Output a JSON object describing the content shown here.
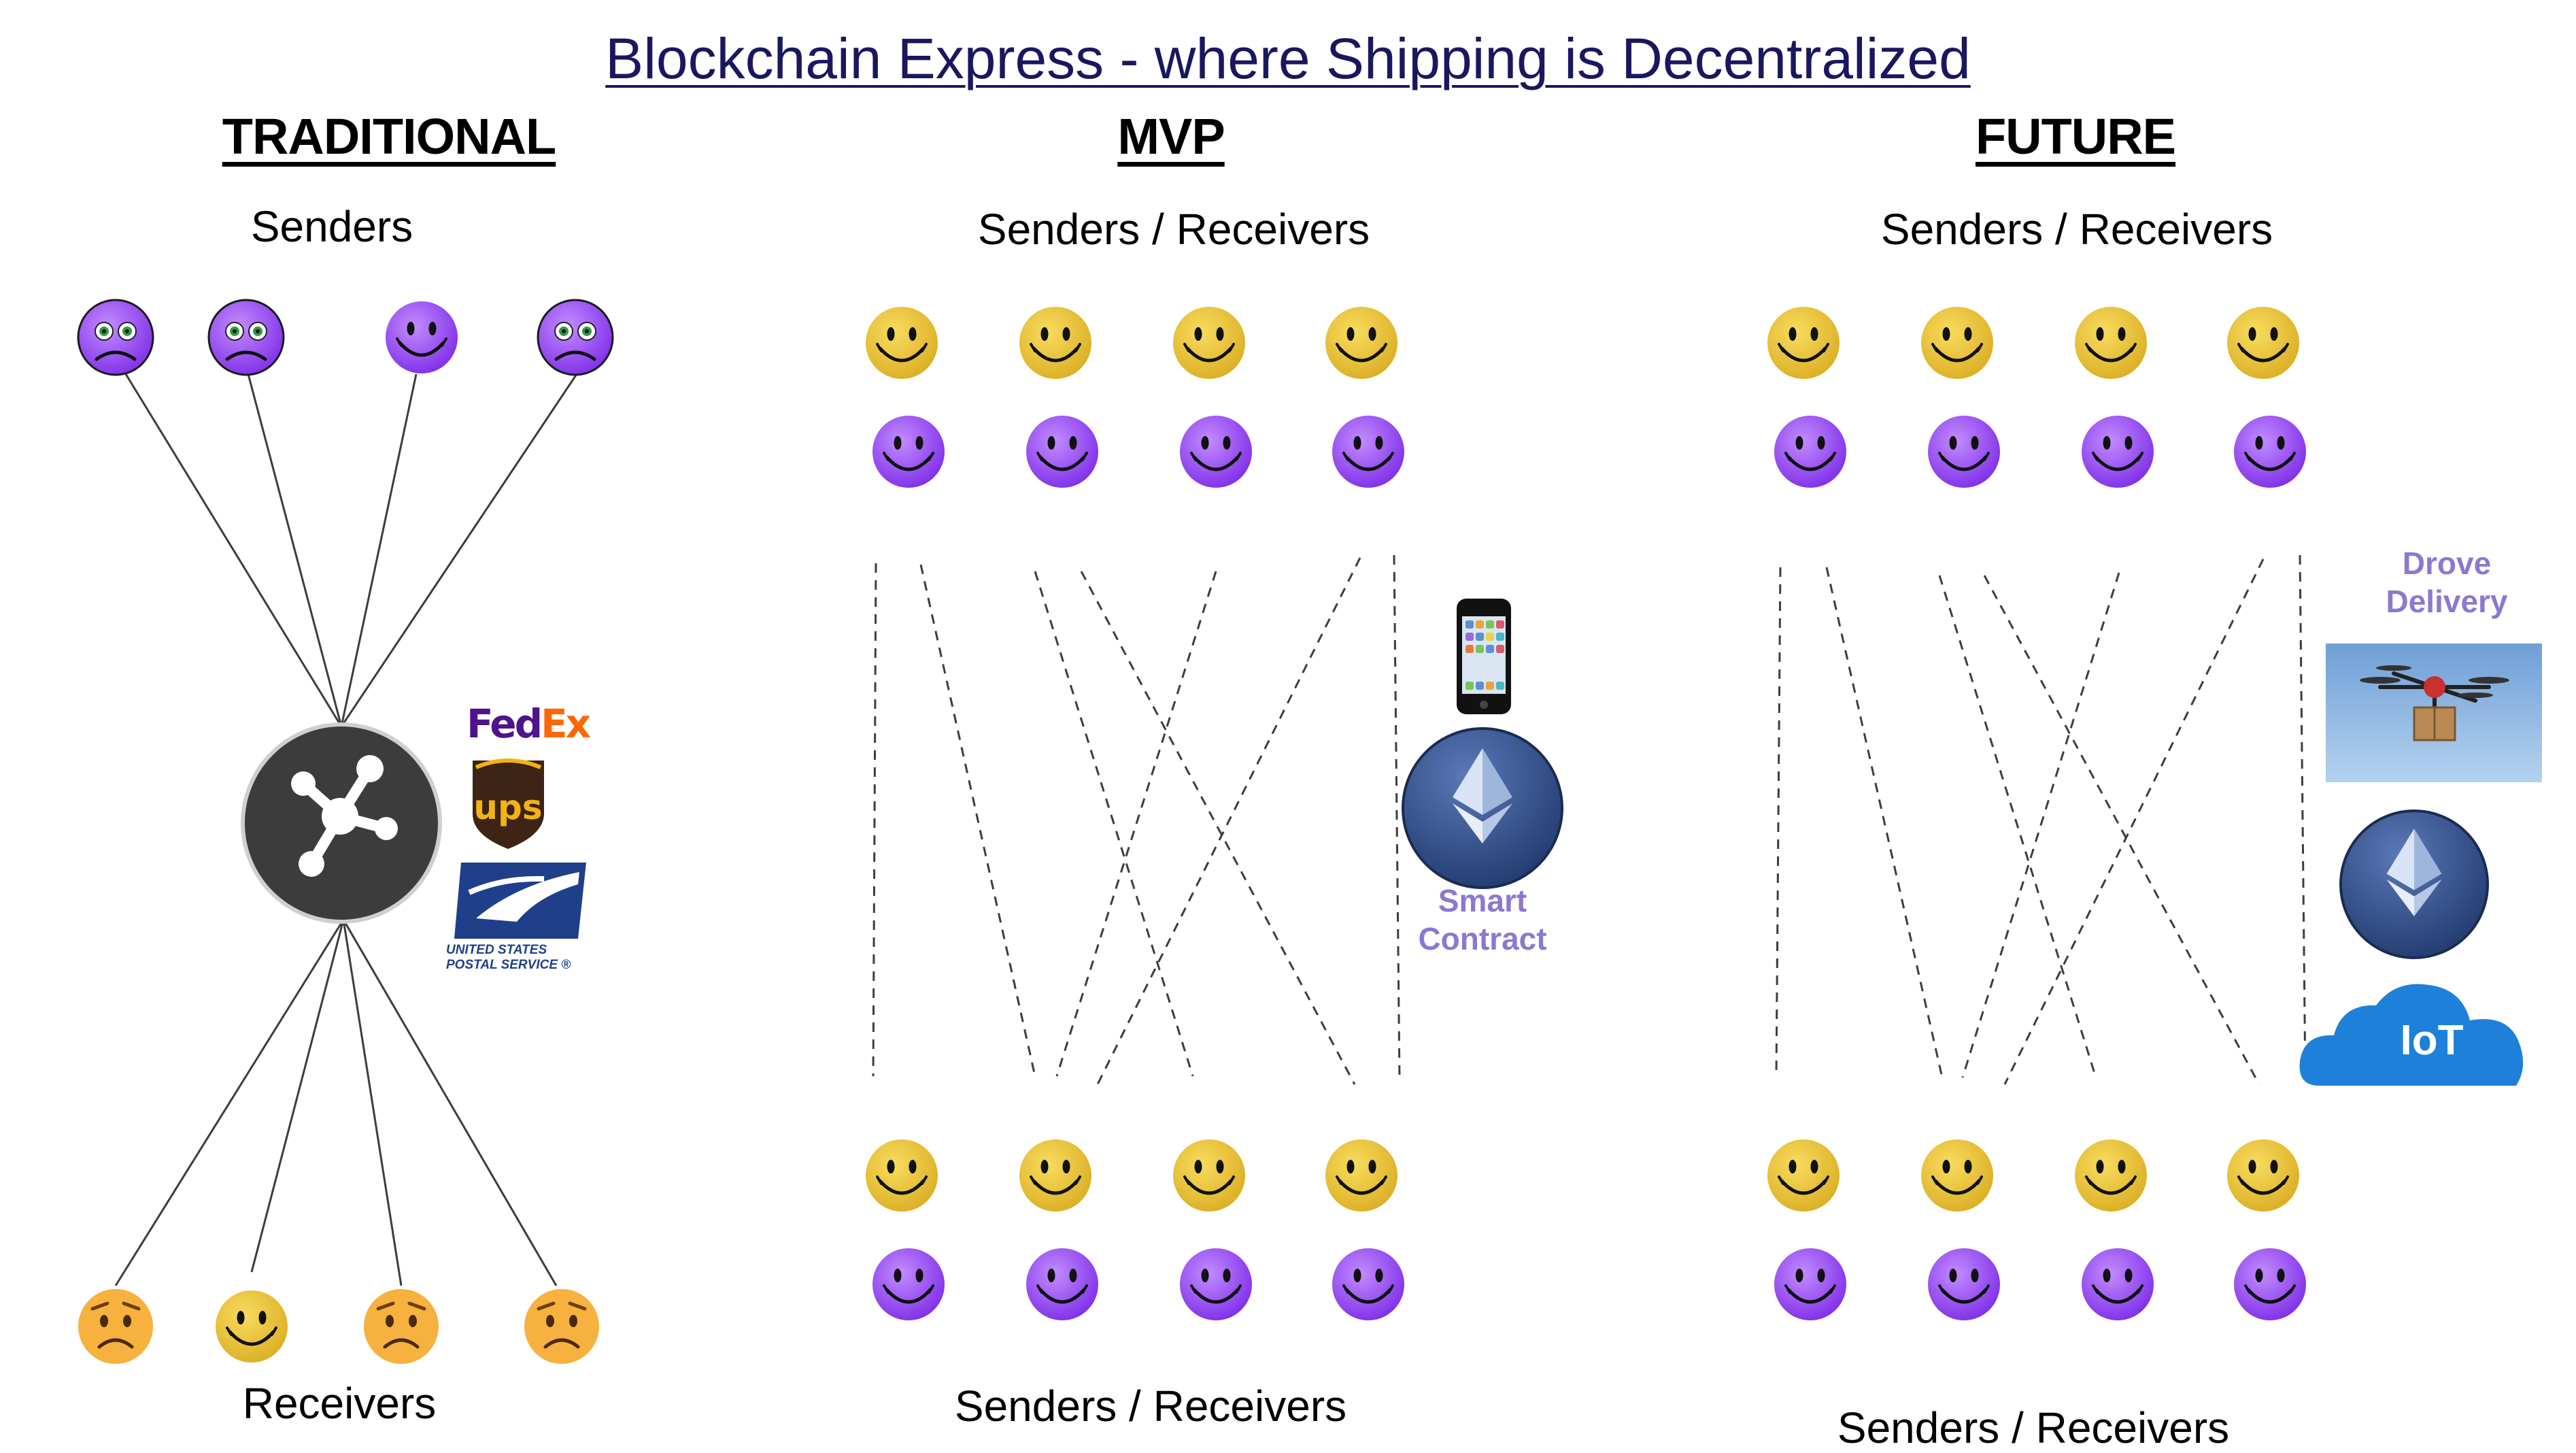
{
  "title": "Blockchain Express - where Shipping is Decentralized",
  "columns": {
    "traditional": {
      "heading": "TRADITIONAL",
      "top_label": "Senders",
      "bottom_label": "Receivers",
      "carriers": {
        "fedex_fe": "Fed",
        "fedex_ex": "Ex",
        "ups": "ups",
        "usps": [
          "UNITED STATES",
          "POSTAL SERVICE ®"
        ]
      }
    },
    "mvp": {
      "heading": "MVP",
      "top_label": "Senders / Receivers",
      "bottom_label": "Senders / Receivers",
      "smart_contract": [
        "Smart",
        "Contract"
      ]
    },
    "future": {
      "heading": "FUTURE",
      "top_label": "Senders / Receivers",
      "bottom_label": "Senders / Receivers",
      "drone_delivery": [
        "Drove",
        "Delivery"
      ],
      "iot": "IoT"
    }
  },
  "icons": {
    "sad_face": "sad-purple-face-icon",
    "happy_face": "smiley-face-icon",
    "worried_face": "worried-orange-face-icon",
    "hub": "network-hub-icon",
    "phone": "smartphone-icon",
    "ethereum": "ethereum-icon",
    "drone": "drone-photo",
    "cloud": "cloud-icon"
  },
  "colors": {
    "title": "#1a1760",
    "yellow_face": "#ecc43e",
    "purple_face": "#9146f0",
    "orange_face": "#f7b13e",
    "hub": "#3c3c3c",
    "ethereum": "#3a5793",
    "label_purple": "#8c78d0",
    "cloud": "#1e80d8"
  }
}
